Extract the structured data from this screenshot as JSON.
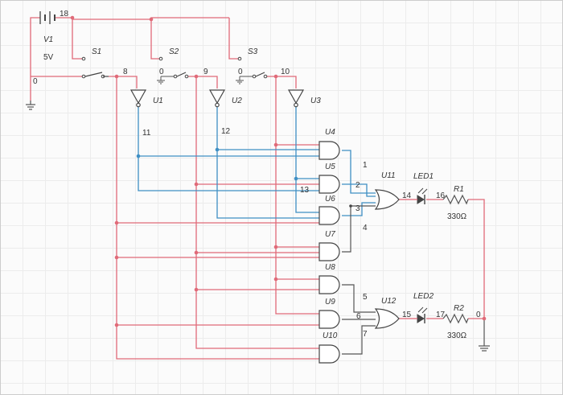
{
  "components": {
    "battery": {
      "name": "V1",
      "value": "5V"
    },
    "switches": [
      "S1",
      "S2",
      "S3"
    ],
    "inverters": [
      "U1",
      "U2",
      "U3"
    ],
    "and_gates": [
      "U4",
      "U5",
      "U6",
      "U7",
      "U8",
      "U9",
      "U10"
    ],
    "or_gates": [
      "U11",
      "U12"
    ],
    "leds": [
      "LED1",
      "LED2"
    ],
    "resistors": [
      {
        "name": "R1",
        "value": "330Ω"
      },
      {
        "name": "R2",
        "value": "330Ω"
      }
    ]
  },
  "nodes": {
    "n0a": "0",
    "n0b": "0",
    "n0c": "0",
    "n0d": "0",
    "n18": "18",
    "n8": "8",
    "n9": "9",
    "n10": "10",
    "n11": "11",
    "n12": "12",
    "n13": "13",
    "n1": "1",
    "n2": "2",
    "n3": "3",
    "n4": "4",
    "n5": "5",
    "n6": "6",
    "n7": "7",
    "n14": "14",
    "n15": "15",
    "n16": "16",
    "n17": "17"
  }
}
